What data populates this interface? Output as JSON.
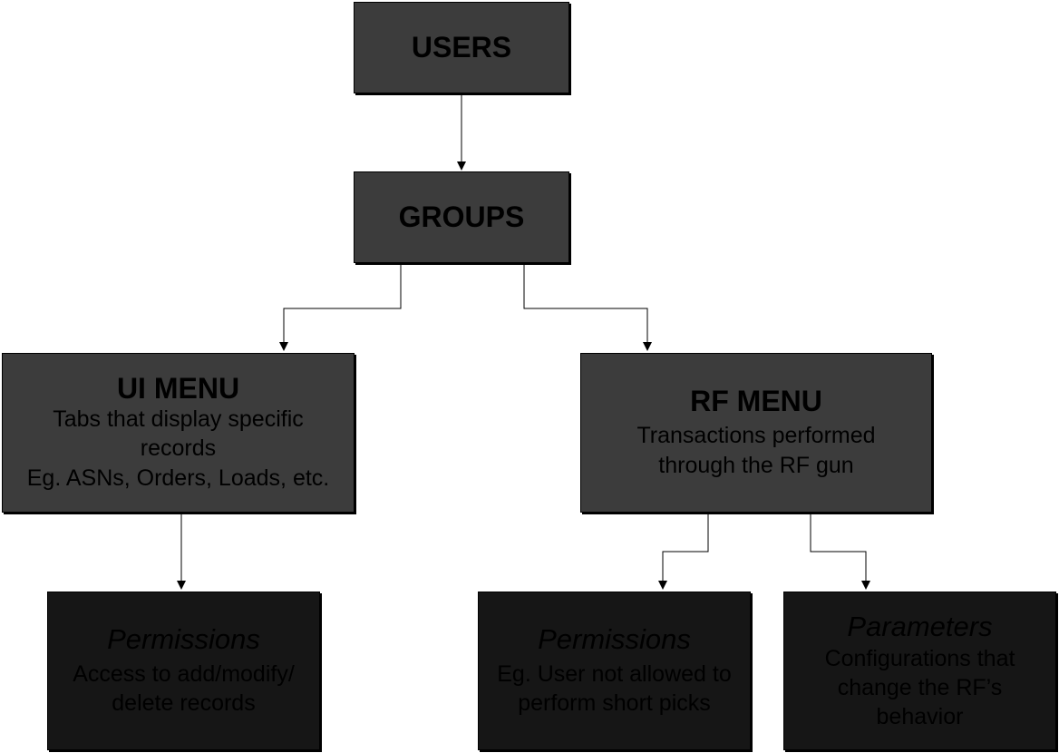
{
  "nodes": {
    "users": {
      "title": "USERS"
    },
    "groups": {
      "title": "GROUPS"
    },
    "ui_menu": {
      "title": "UI MENU",
      "lines": [
        "Tabs that display specific",
        "records",
        "Eg. ASNs, Orders, Loads, etc."
      ]
    },
    "rf_menu": {
      "title": "RF MENU",
      "lines": [
        "Transactions performed",
        "through the RF gun"
      ]
    },
    "ui_permissions": {
      "title": "Permissions",
      "lines": [
        "Access to add/modify/",
        "delete records"
      ]
    },
    "rf_permissions": {
      "title": "Permissions",
      "lines": [
        "Eg. User not allowed to",
        "perform short picks"
      ]
    },
    "rf_parameters": {
      "title": "Parameters",
      "lines": [
        "Configurations that",
        "change the RF’s",
        "behavior"
      ]
    }
  },
  "colors": {
    "top_fill": "#3c3c3c",
    "bottom_fill": "#161616",
    "line": "#000000"
  }
}
